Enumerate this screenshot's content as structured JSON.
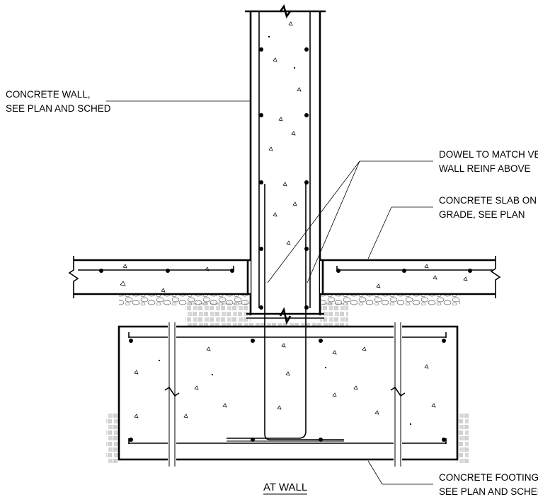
{
  "labels": {
    "concrete_wall": [
      "CONCRETE WALL,",
      "SEE PLAN AND SCHED"
    ],
    "dowel": [
      "DOWEL TO MATCH VERT",
      "WALL REINF ABOVE"
    ],
    "slab": [
      "CONCRETE SLAB ON",
      "GRADE, SEE PLAN"
    ],
    "footing": [
      "CONCRETE FOOTING,",
      "SEE PLAN AND SCHED"
    ]
  },
  "title": "AT WALL"
}
